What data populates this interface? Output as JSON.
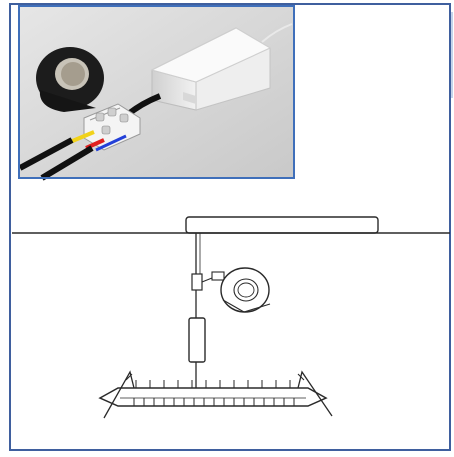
{
  "figure": {
    "frame_color": "#3f5f9e",
    "photo_border_color": "#3f6fba",
    "photo_background": "#d4d4d4",
    "line_color": "#2a2a2a"
  },
  "photo": {
    "objects": [
      "electrical-tape",
      "led-driver-box",
      "terminal-connector",
      "power-cables"
    ]
  },
  "diagram": {
    "objects": [
      "ceiling-line",
      "ceiling-opening",
      "driver-box",
      "tape-roll",
      "downlight-panel",
      "spring-clips"
    ]
  }
}
